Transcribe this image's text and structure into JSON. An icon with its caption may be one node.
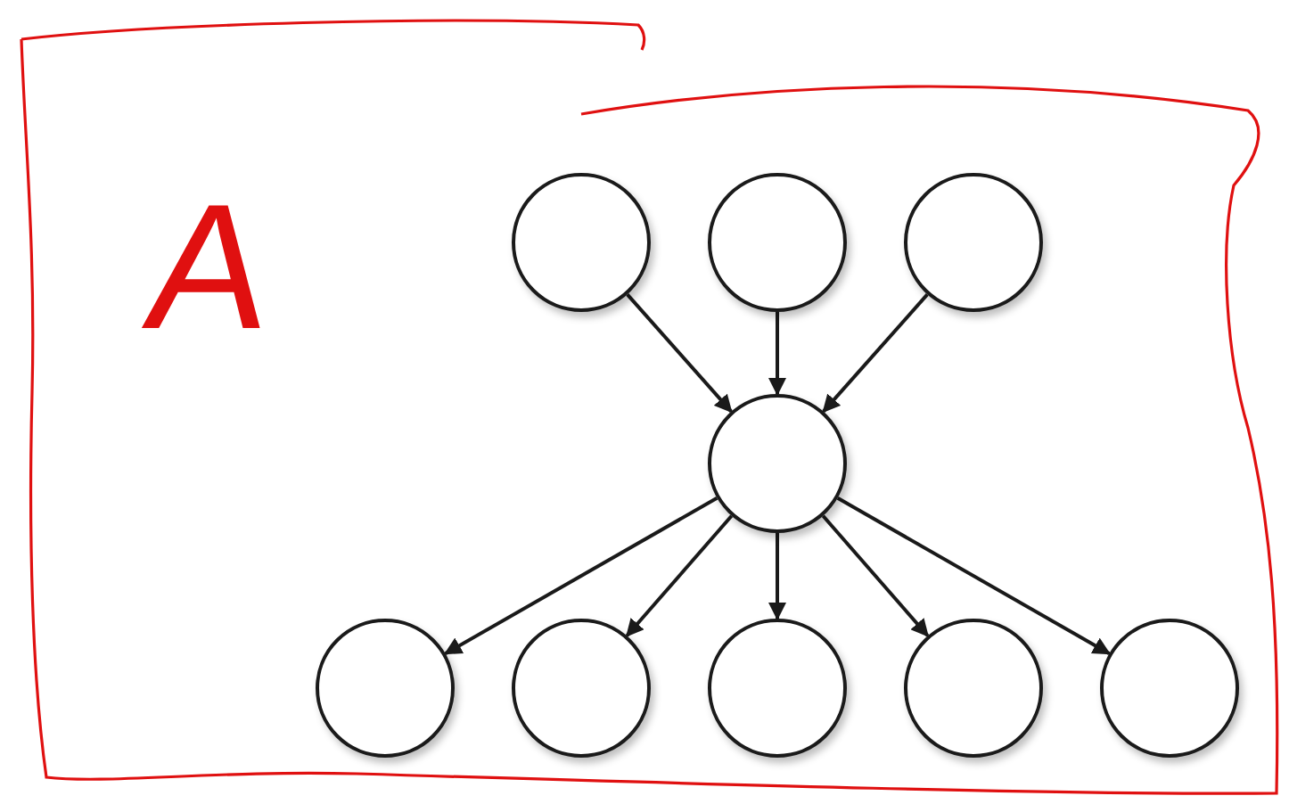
{
  "diagram": {
    "nodes": [
      {
        "text": [],
        "shape": "circle"
      },
      {
        "text": [],
        "shape": "circle"
      },
      {
        "text": [],
        "shape": "circle"
      },
      {
        "text": [],
        "shape": "circle"
      },
      {
        "text": [],
        "shape": "circle"
      },
      {
        "text": [],
        "shape": "circle"
      },
      {
        "text": [],
        "shape": "circle"
      },
      {
        "text": [],
        "shape": "circle"
      },
      {
        "text": [],
        "shape": "circle"
      }
    ],
    "edges": [
      {
        "from": 0,
        "to": 3,
        "arrow": "to"
      },
      {
        "from": 1,
        "to": 3,
        "arrow": "to"
      },
      {
        "from": 2,
        "to": 3,
        "arrow": "to"
      },
      {
        "from": 3,
        "to": 4,
        "arrow": "to"
      },
      {
        "from": 3,
        "to": 5,
        "arrow": "to"
      },
      {
        "from": 3,
        "to": 6,
        "arrow": "to"
      },
      {
        "from": 3,
        "to": 7,
        "arrow": "to"
      },
      {
        "from": 3,
        "to": 8,
        "arrow": "to"
      }
    ],
    "labels": [
      "A"
    ]
  }
}
